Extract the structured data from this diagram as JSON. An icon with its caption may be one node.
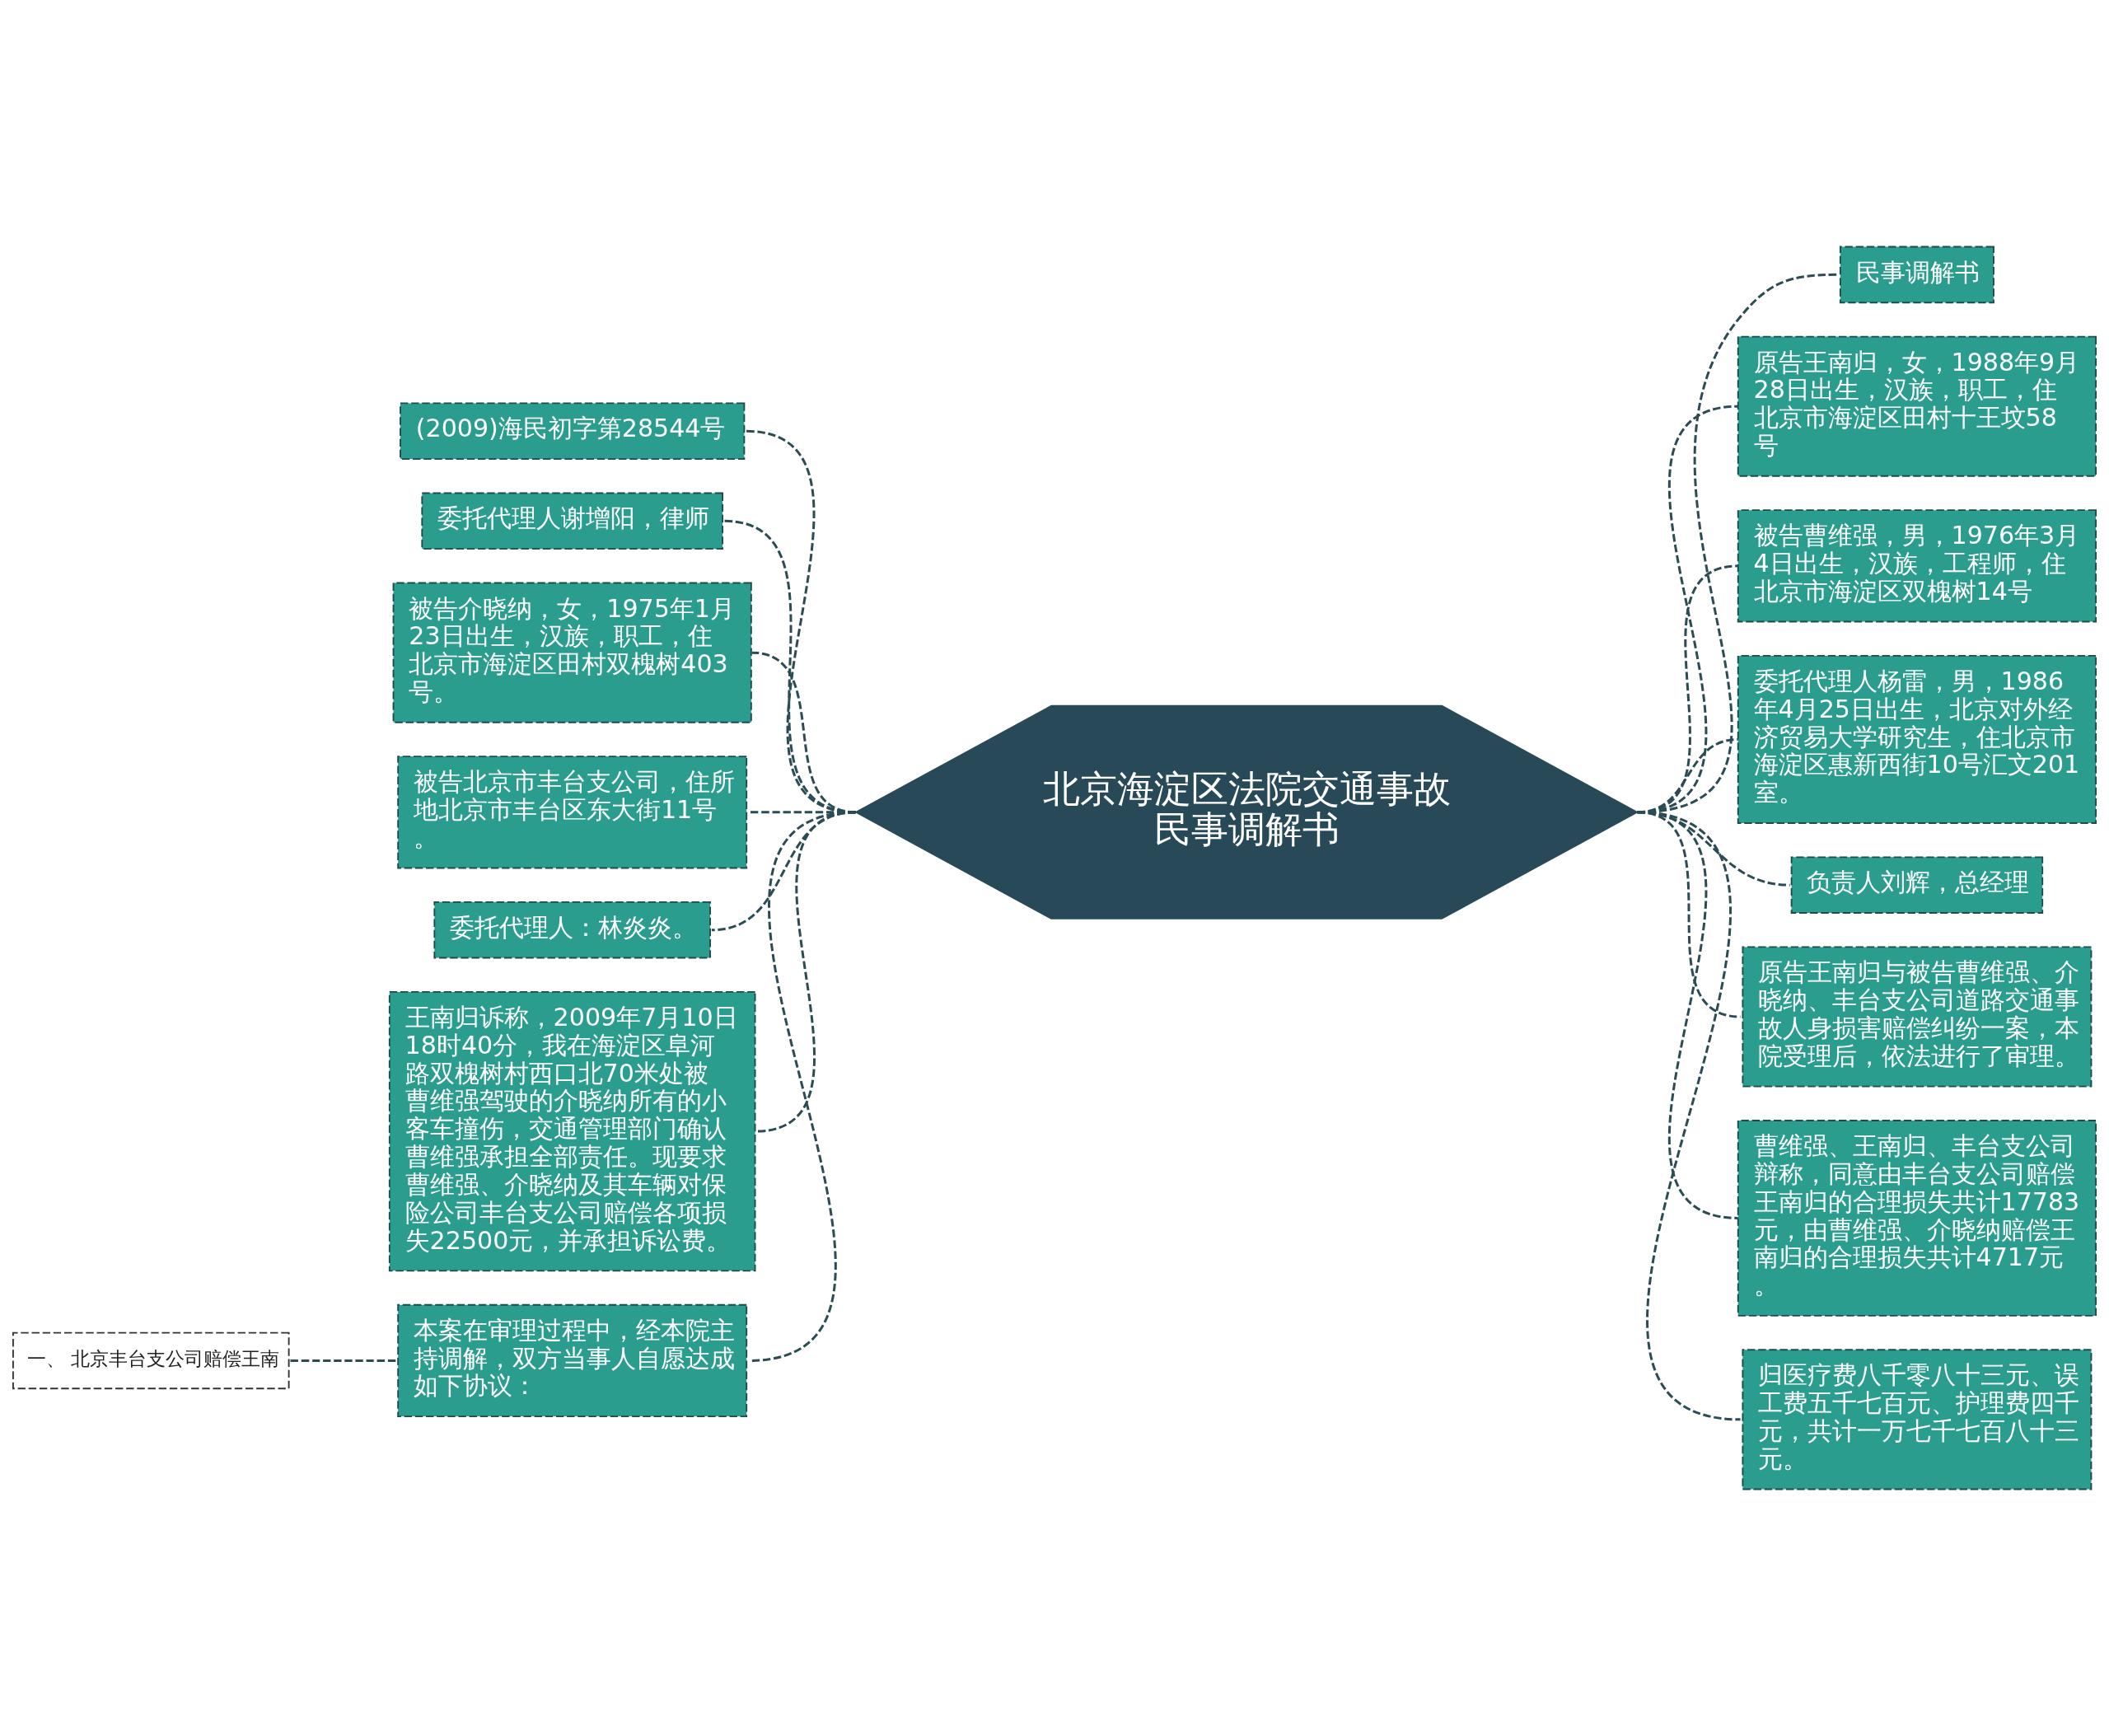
{
  "diagram": {
    "nodes": [
      {
        "text": [
          "北京海淀区法院交通事故民事调解书"
        ]
      },
      {
        "text": [
          "民事调解书"
        ]
      },
      {
        "text": [
          "(2009)海民初字第28544号"
        ]
      },
      {
        "text": [
          "原告王南归，女，1988年9月28日出生，汉族，职工，住北京市海淀区田村十王坟58号"
        ]
      },
      {
        "text": [
          "委托代理人谢增阳，律师"
        ]
      },
      {
        "text": [
          "被告曹维强，男，1976年3月4日出生，汉族，工程师，住北京市海淀区双槐树14号"
        ]
      },
      {
        "text": [
          "被告介晓纳，女，1975年1月23日出生，汉族，职工，住北京市海淀区田村双槐树403号。"
        ]
      },
      {
        "text": [
          "委托代理人杨雷，男，1986年4月25日出生，北京对外经济贸易大学研究生，住北京市海淀区惠新西街10号汇文201室。"
        ]
      },
      {
        "text": [
          "被告北京市丰台支公司，住所地北京市丰台区东大街11号。"
        ]
      },
      {
        "text": [
          "负责人刘辉，总经理"
        ]
      },
      {
        "text": [
          "委托代理人：林炎炎。"
        ]
      },
      {
        "text": [
          "原告王南归与被告曹维强、介晓纳、丰台支公司道路交通事故人身损害赔偿纠纷一案，本院受理后，依法进行了审理。"
        ]
      },
      {
        "text": [
          "王南归诉称，2009年7月10日18时40分，我在海淀区阜河路双槐树村西口北70米处被曹维强驾驶的介晓纳所有的小客车撞伤，交通管理部门确认曹维强承担全部责任。现要求曹维强、介晓纳及其车辆对保险公司丰台支公司赔偿各项损失22500元，并承担诉讼费。"
        ]
      },
      {
        "text": [
          "曹维强、王南归、丰台支公司辩称，同意由丰台支公司赔偿王南归的合理损失共计17783元，由曹维强、介晓纳赔偿王南归的合理损失共计4717元。"
        ]
      },
      {
        "text": [
          "本案在审理过程中，经本院主持调解，双方当事人自愿达成如下协议："
        ]
      },
      {
        "text": [
          "一、 北京丰台支公司赔偿王南"
        ]
      },
      {
        "text": [
          "归医疗费八千零八十三元、误工费五千七百元、护理费四千元，共计一万七千七百八十三元。"
        ]
      }
    ],
    "edges": [
      {
        "from": 0,
        "to": 1,
        "arrow": "none",
        "style": "dashed"
      },
      {
        "from": 0,
        "to": 2,
        "arrow": "none",
        "style": "dashed"
      },
      {
        "from": 0,
        "to": 3,
        "arrow": "none",
        "style": "dashed"
      },
      {
        "from": 0,
        "to": 4,
        "arrow": "none",
        "style": "dashed"
      },
      {
        "from": 0,
        "to": 5,
        "arrow": "none",
        "style": "dashed"
      },
      {
        "from": 0,
        "to": 6,
        "arrow": "none",
        "style": "dashed"
      },
      {
        "from": 0,
        "to": 7,
        "arrow": "none",
        "style": "dashed"
      },
      {
        "from": 0,
        "to": 8,
        "arrow": "none",
        "style": "dashed"
      },
      {
        "from": 0,
        "to": 9,
        "arrow": "none",
        "style": "dashed"
      },
      {
        "from": 0,
        "to": 10,
        "arrow": "none",
        "style": "dashed"
      },
      {
        "from": 0,
        "to": 11,
        "arrow": "none",
        "style": "dashed"
      },
      {
        "from": 0,
        "to": 12,
        "arrow": "none",
        "style": "dashed"
      },
      {
        "from": 0,
        "to": 13,
        "arrow": "none",
        "style": "dashed"
      },
      {
        "from": 0,
        "to": 14,
        "arrow": "none",
        "style": "dashed"
      },
      {
        "from": 14,
        "to": 15,
        "arrow": "none",
        "style": "dashed"
      },
      {
        "from": 0,
        "to": 16,
        "arrow": "none",
        "style": "dashed"
      }
    ]
  }
}
